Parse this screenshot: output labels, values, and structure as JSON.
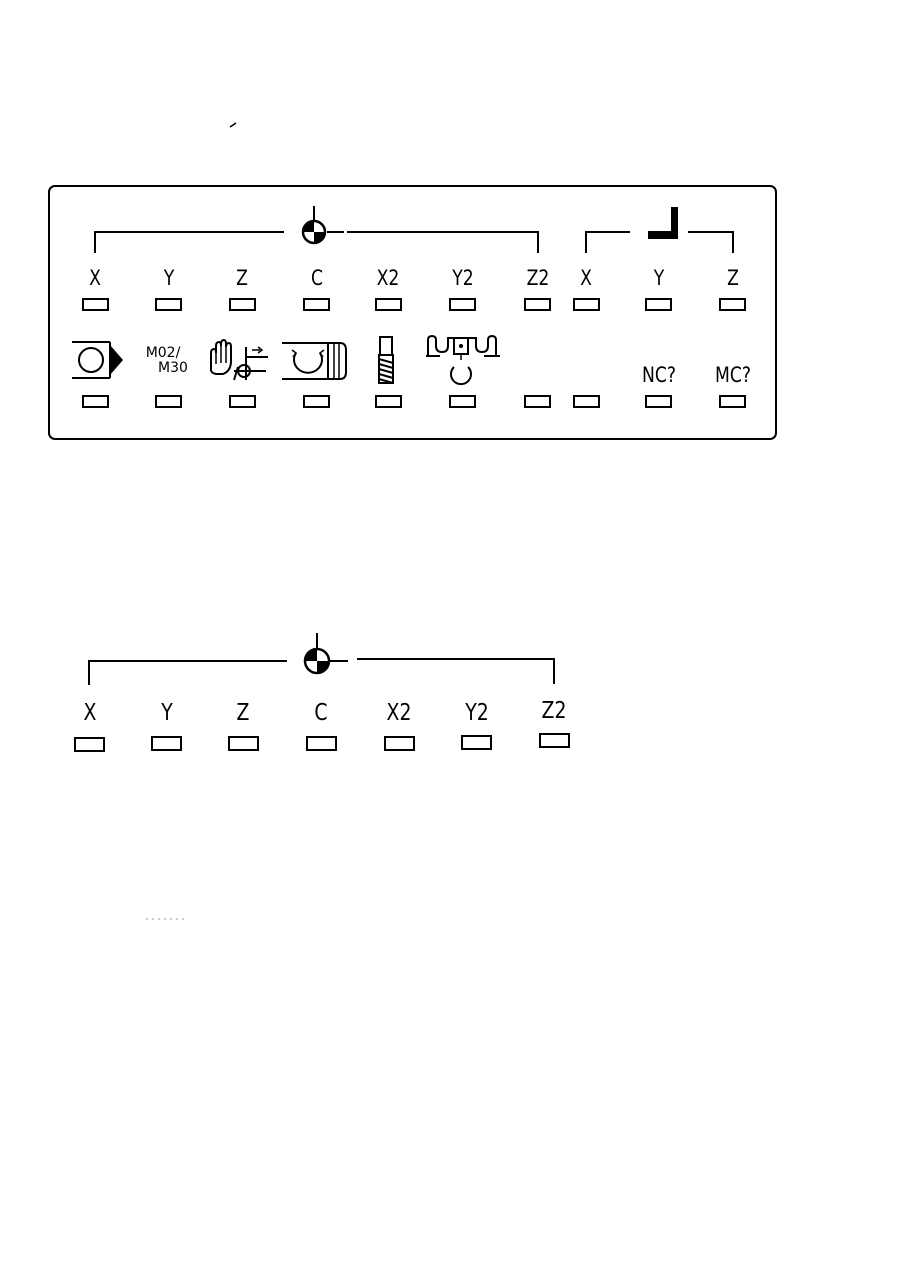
{
  "figure_top": {
    "group1_labels": [
      "X",
      "Y",
      "Z",
      "C",
      "X2",
      "Y2",
      "Z2"
    ],
    "group2_labels": [
      "X",
      "Y",
      "Z"
    ],
    "row2_texts": [
      "M02/",
      "M30",
      "NC?",
      "MC?"
    ],
    "symbols": {
      "group1": "reference-point-icon",
      "group2": "tool-corner-icon",
      "icon1": "program-start-icon",
      "icon2": "program-end-m02-m30-label",
      "icon3": "manual-intervention-icon",
      "icon4": "spindle-rotation-icon",
      "icon5": "tool-icon",
      "icon6": "clamping-icon"
    }
  },
  "figure_bottom": {
    "labels": [
      "X",
      "Y",
      "Z",
      "C",
      "X2",
      "Y2",
      "Z2"
    ],
    "symbol": "reference-point-icon"
  }
}
